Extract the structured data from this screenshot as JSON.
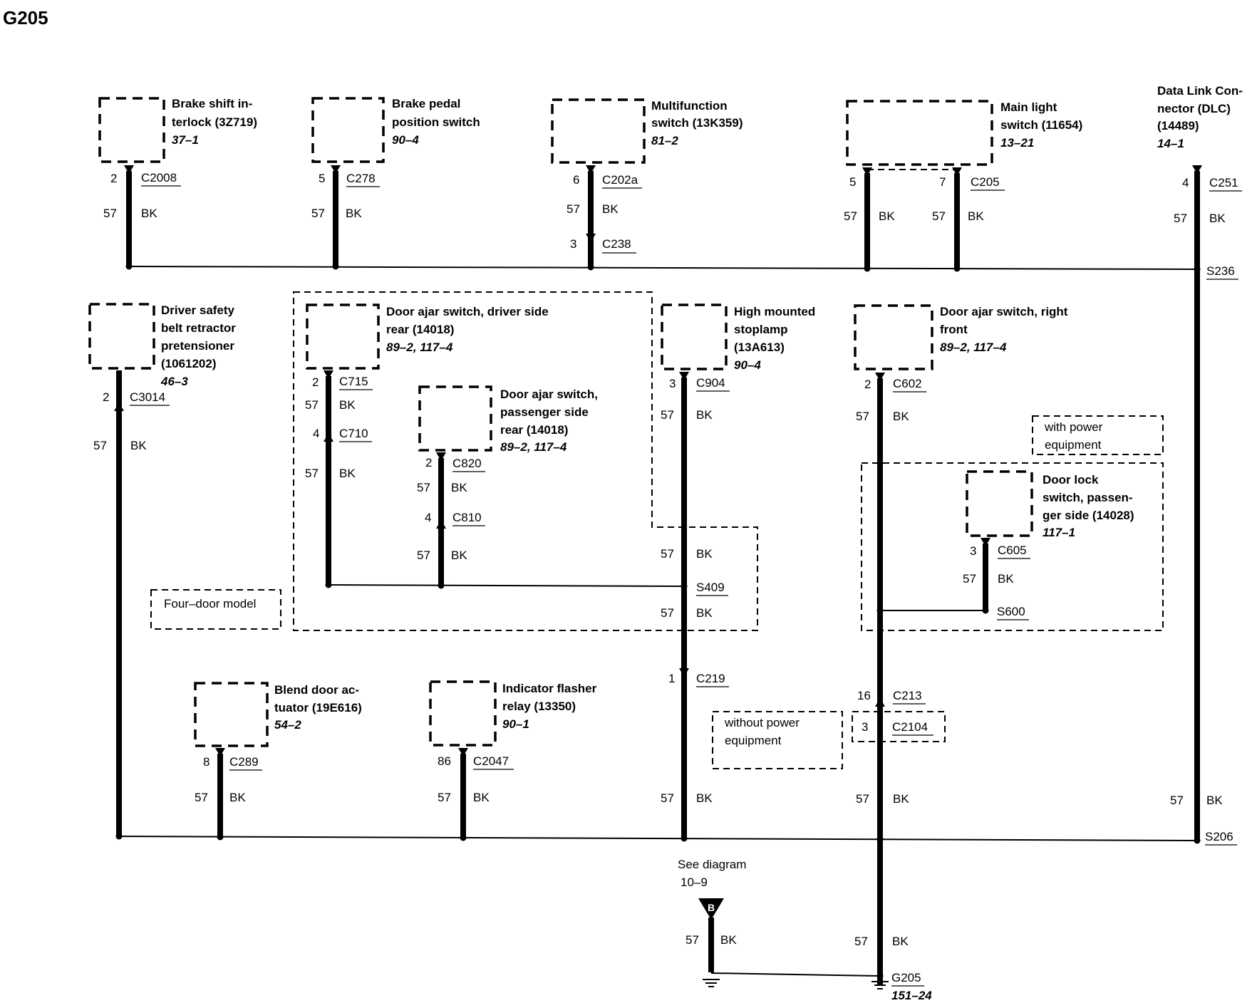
{
  "title": "G205",
  "components": {
    "bsi": {
      "name": [
        "Brake shift in-",
        "terlock (3Z719)"
      ],
      "ref": "37–1",
      "pin": "2",
      "conn": "C2008",
      "circuit": "57",
      "color": "BK"
    },
    "bpp": {
      "name": [
        "Brake pedal",
        "position switch"
      ],
      "ref": "90–4",
      "pin": "5",
      "conn": "C278",
      "circuit": "57",
      "color": "BK"
    },
    "mfs": {
      "name": [
        "Multifunction",
        "switch (13K359)"
      ],
      "ref": "81–2",
      "pin": "6",
      "conn": "C202a",
      "circuit": "57",
      "color": "BK",
      "pin2": "3",
      "conn2": "C238"
    },
    "mls": {
      "name": [
        "Main light",
        "switch (11654)"
      ],
      "ref": "13–21",
      "pin": "5",
      "pin_b": "7",
      "conn": "C205",
      "circuit": "57",
      "color": "BK"
    },
    "dlc": {
      "name": [
        "Data Link Con-",
        "nector (DLC)",
        "(14489)"
      ],
      "ref": "14–1",
      "pin": "4",
      "conn": "C251",
      "circuit": "57",
      "color": "BK",
      "splice": "S236"
    },
    "dsb": {
      "name": [
        "Driver safety",
        "belt retractor",
        "pretensioner",
        "(1061202)"
      ],
      "ref": "46–3",
      "pin": "2",
      "conn": "C3014",
      "circuit": "57",
      "color": "BK"
    },
    "das_dr": {
      "name": [
        "Door ajar switch, driver side",
        "rear (14018)"
      ],
      "ref": "89–2, 117–4",
      "pin": "2",
      "conn": "C715",
      "circuit": "57",
      "color": "BK",
      "pin2": "4",
      "conn2": "C710"
    },
    "das_pr": {
      "name": [
        "Door ajar switch,",
        "passenger side",
        "rear (14018)"
      ],
      "ref": "89–2, 117–4",
      "pin": "2",
      "conn": "C820",
      "circuit": "57",
      "color": "BK",
      "pin2": "4",
      "conn2": "C810"
    },
    "hms": {
      "name": [
        "High mounted",
        "stoplamp",
        "(13A613)"
      ],
      "ref": "90–4",
      "pin": "3",
      "conn": "C904",
      "circuit": "57",
      "color": "BK",
      "splice": "S409",
      "pin2": "1",
      "conn2": "C219"
    },
    "das_rf": {
      "name": [
        "Door ajar switch, right",
        "front"
      ],
      "ref": "89–2, 117–4",
      "pin": "2",
      "conn": "C602",
      "circuit": "57",
      "color": "BK",
      "pin2": "16",
      "conn2": "C213",
      "pin3": "3",
      "conn3": "C2104"
    },
    "dls": {
      "name": [
        "Door lock",
        "switch, passen-",
        "ger side (14028)"
      ],
      "ref": "117–1",
      "pin": "3",
      "conn": "C605",
      "circuit": "57",
      "color": "BK",
      "splice": "S600"
    },
    "bda": {
      "name": [
        "Blend door ac-",
        "tuator (19E616)"
      ],
      "ref": "54–2",
      "pin": "8",
      "conn": "C289",
      "circuit": "57",
      "color": "BK"
    },
    "ifr": {
      "name": [
        "Indicator flasher",
        "relay (13350)"
      ],
      "ref": "90–1",
      "pin": "86",
      "conn": "C2047",
      "circuit": "57",
      "color": "BK"
    }
  },
  "notes": {
    "four_door": "Four–door model",
    "with_power": [
      "with power",
      "equipment"
    ],
    "without_power": [
      "without power",
      "equipment"
    ],
    "see_diagram": "See diagram",
    "see_ref": "10–9",
    "ref_marker": "B"
  },
  "bottom": {
    "splice": "S206",
    "ground": "G205",
    "ground_ref": "151–24",
    "circuit": "57",
    "color": "BK"
  }
}
